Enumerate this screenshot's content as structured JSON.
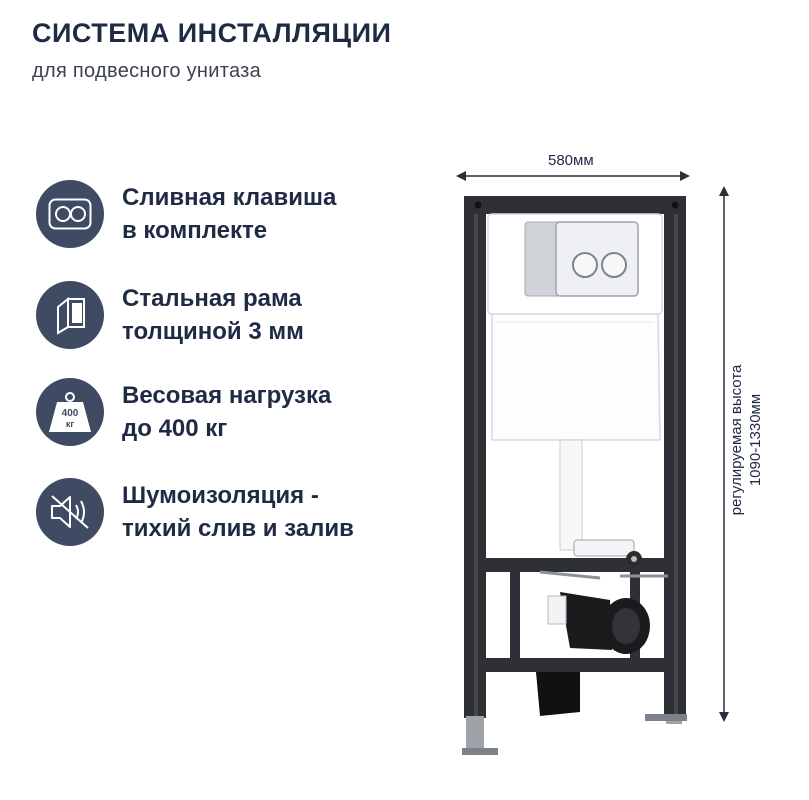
{
  "header": {
    "title": "СИСТЕМА ИНСТАЛЛЯЦИИ",
    "subtitle": "для подвесного унитаза"
  },
  "features": [
    {
      "icon": "flush-button-icon",
      "line1": "Сливная клавиша",
      "line2": "в комплекте"
    },
    {
      "icon": "steel-frame-icon",
      "line1": "Стальная рама",
      "line2": "толщиной 3 мм"
    },
    {
      "icon": "weight-icon",
      "icon_text": "400 кг",
      "line1": "Весовая нагрузка",
      "line2": "до 400 кг"
    },
    {
      "icon": "sound-off-icon",
      "line1": "Шумоизоляция -",
      "line2": "тихий слив и залив"
    }
  ],
  "dimensions": {
    "width": "580мм",
    "height_label": "регулируемая высота",
    "height_value": "1090-1330мм"
  },
  "colors": {
    "accent": "#3f4a63",
    "text": "#1f2a44",
    "frame": "#2f3035"
  }
}
